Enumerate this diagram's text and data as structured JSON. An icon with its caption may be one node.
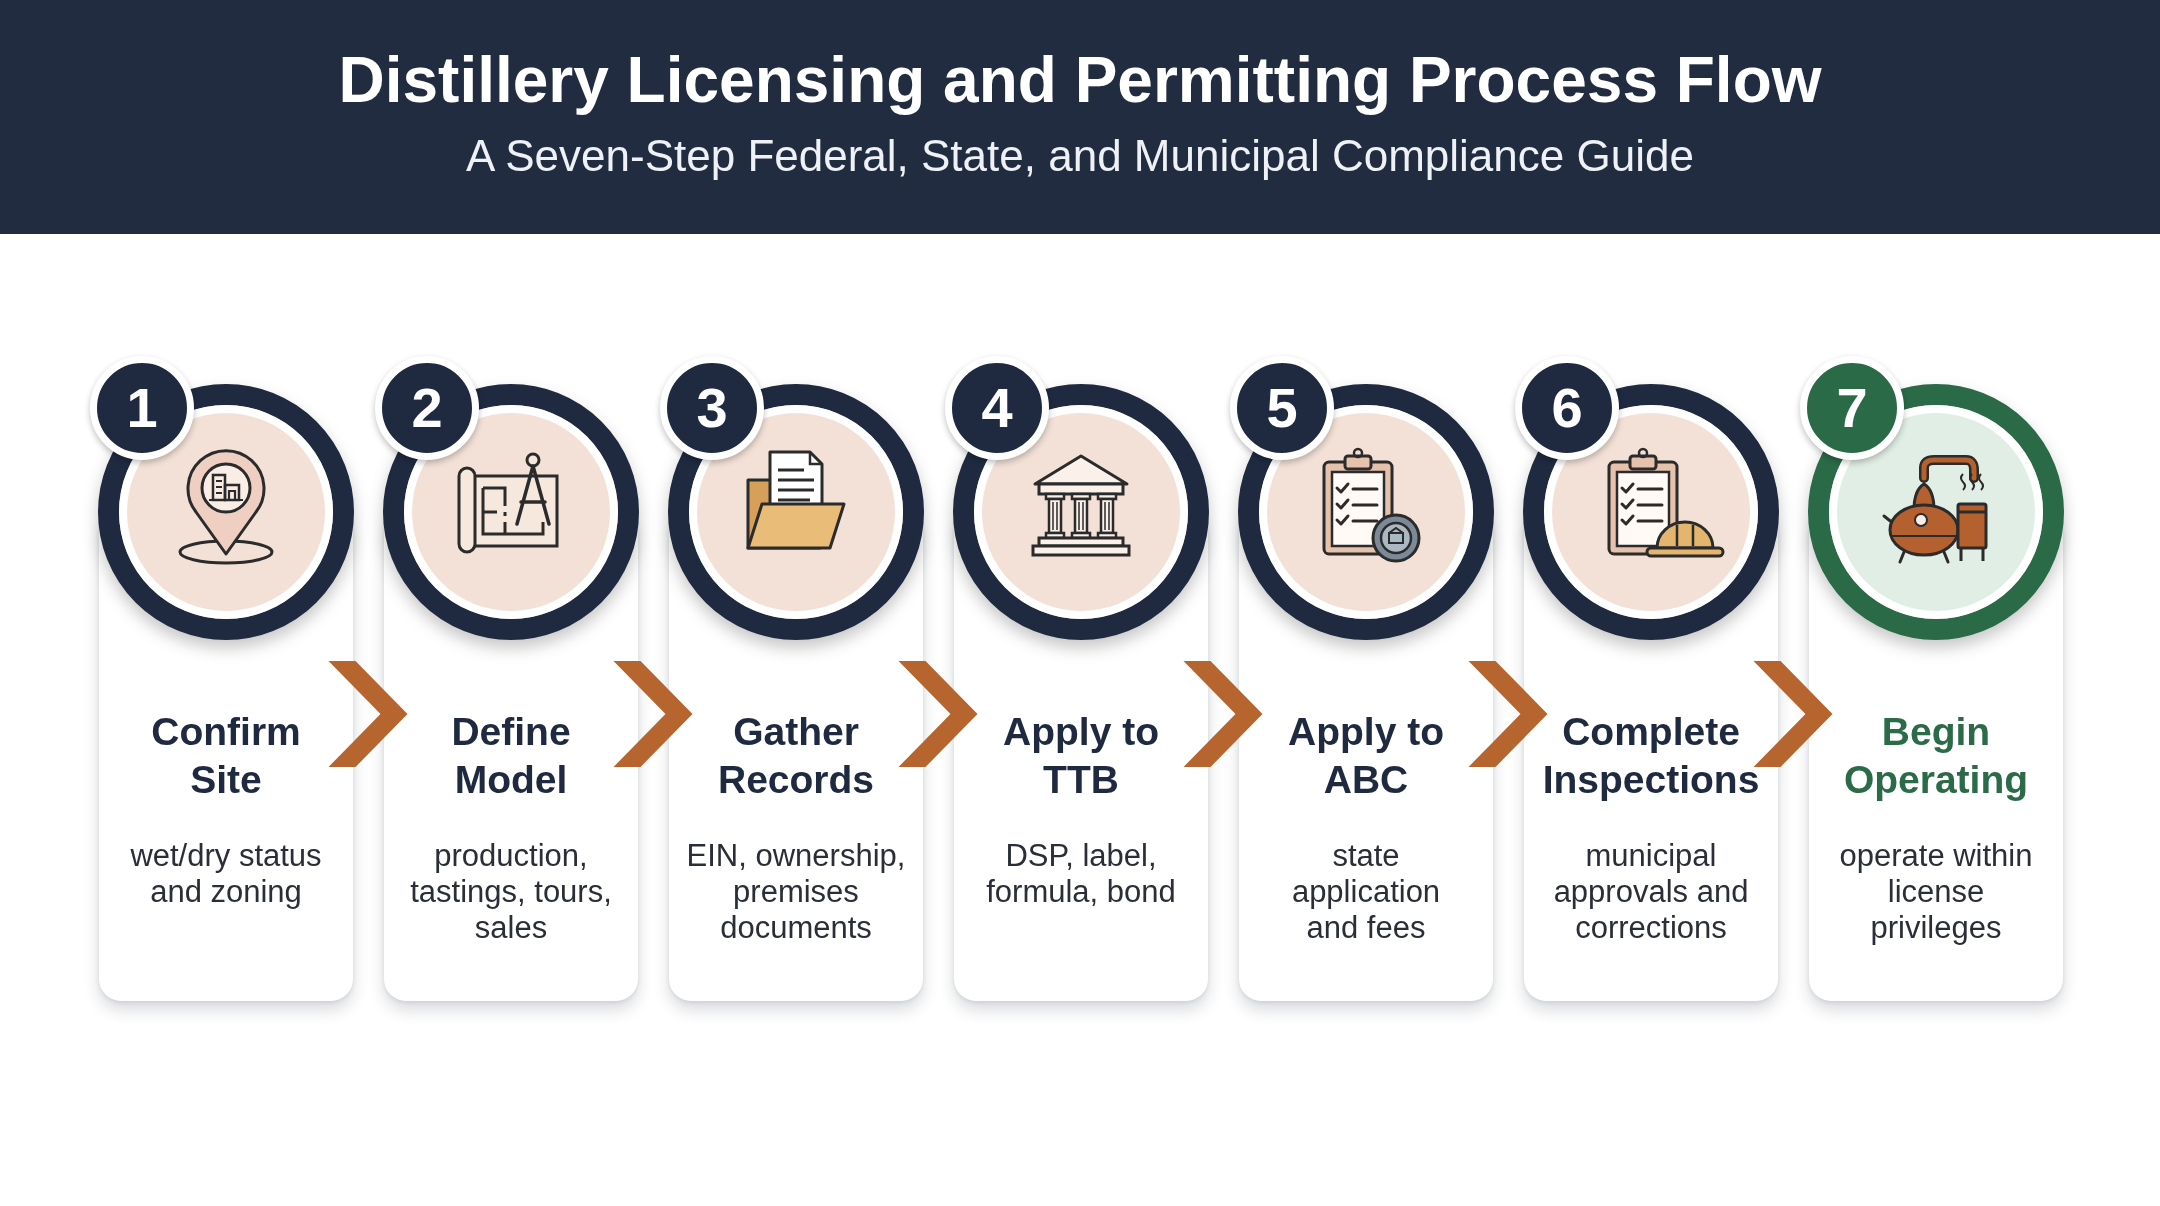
{
  "diagram": {
    "title": "Distillery Licensing and Permitting Process Flow",
    "nodes": [
      {
        "text": [
          "1",
          "Confirm Site",
          "wet/dry status and zoning"
        ]
      },
      {
        "text": [
          "2",
          "Define Model",
          "production, tastings, tours, sales"
        ]
      },
      {
        "text": [
          "3",
          "Gather Records",
          "EIN, ownership, premises documents"
        ]
      },
      {
        "text": [
          "4",
          "Apply to TTB",
          "DSP, label, formula, bond"
        ]
      },
      {
        "text": [
          "5",
          "Apply to ABC",
          "state application and fees"
        ]
      },
      {
        "text": [
          "6",
          "Complete Inspections",
          "municipal approvals and corrections"
        ]
      },
      {
        "text": [
          "7",
          "Begin Operating",
          "operate within license privileges"
        ]
      }
    ],
    "edges": [
      {
        "from": 0,
        "to": 1,
        "arrow": "to"
      },
      {
        "from": 1,
        "to": 2,
        "arrow": "to"
      },
      {
        "from": 2,
        "to": 3,
        "arrow": "to"
      },
      {
        "from": 3,
        "to": 4,
        "arrow": "to"
      },
      {
        "from": 4,
        "to": 5,
        "arrow": "to"
      },
      {
        "from": 5,
        "to": 6,
        "arrow": "to"
      }
    ],
    "labels": [
      "A Seven-Step Federal, State, and Municipal Compliance Guide"
    ]
  }
}
